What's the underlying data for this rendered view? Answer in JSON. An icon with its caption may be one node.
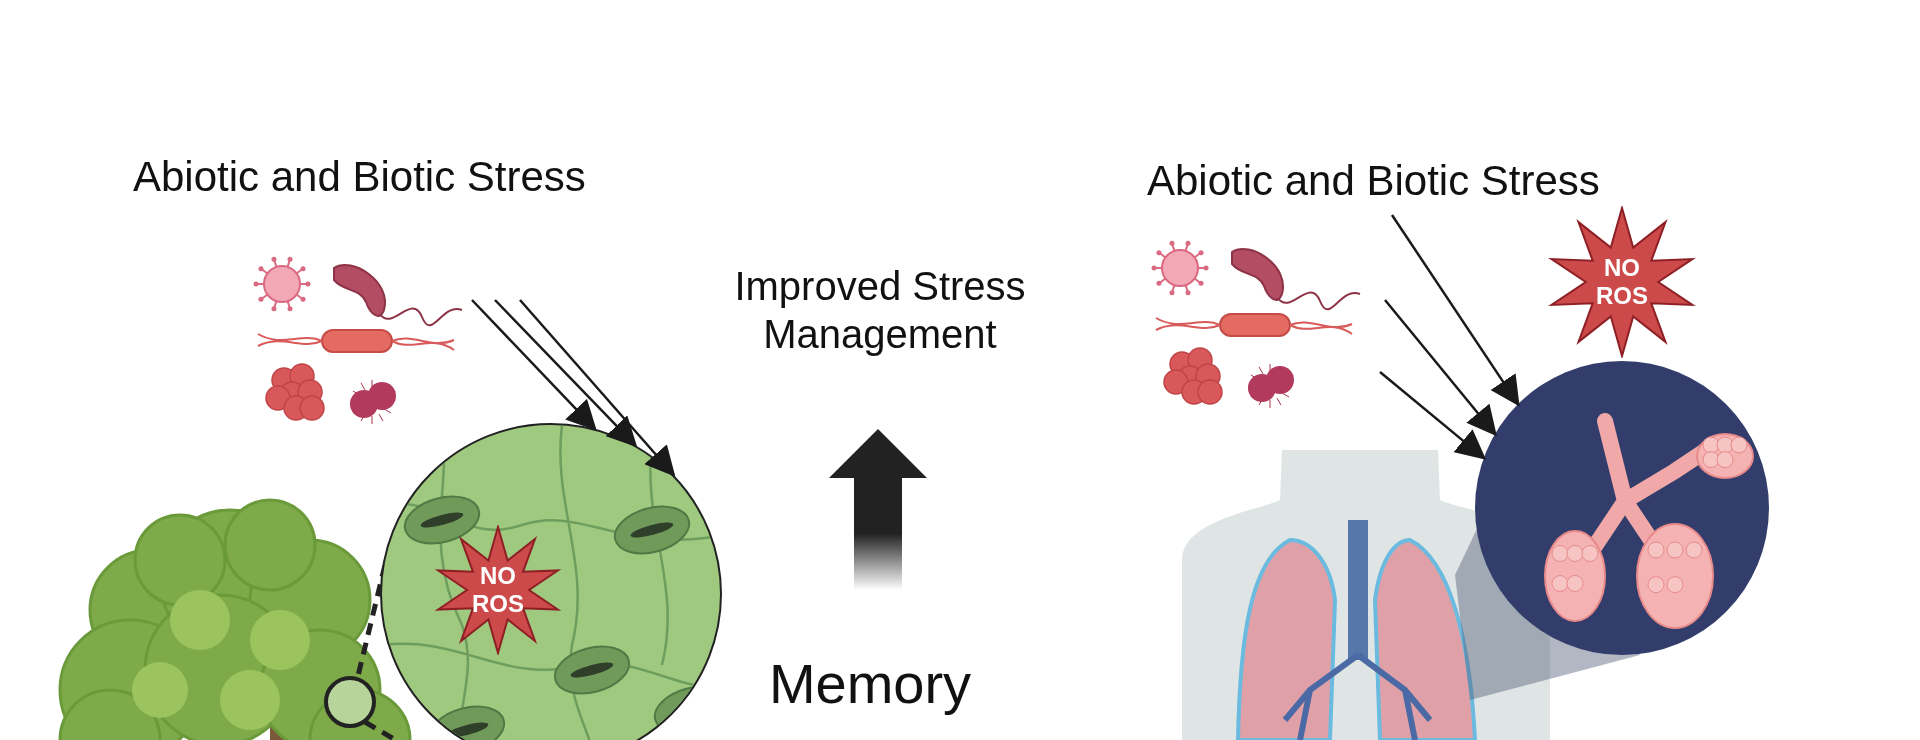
{
  "diagram": {
    "nodes": [
      {
        "text": [],
        "shape": "picture"
      },
      {
        "text": [
          "NO ROS"
        ],
        "in": 0
      },
      {
        "text": [],
        "shape": "picture"
      },
      {
        "text": [
          "NO ROS"
        ]
      }
    ],
    "edges": [
      {
        "from": null,
        "to": 0,
        "arrow": "to"
      },
      {
        "from": null,
        "to": 0,
        "arrow": "to"
      },
      {
        "from": null,
        "to": 0,
        "arrow": "to"
      },
      {
        "from": null,
        "to": 2,
        "arrow": "to"
      },
      {
        "from": null,
        "to": 2,
        "arrow": "to"
      },
      {
        "from": null,
        "to": 2,
        "arrow": "to"
      }
    ],
    "labels": [
      "Abiotic and Biotic Stress",
      "Abiotic and Biotic Stress",
      "Improved Stress Management",
      "Memory"
    ]
  }
}
